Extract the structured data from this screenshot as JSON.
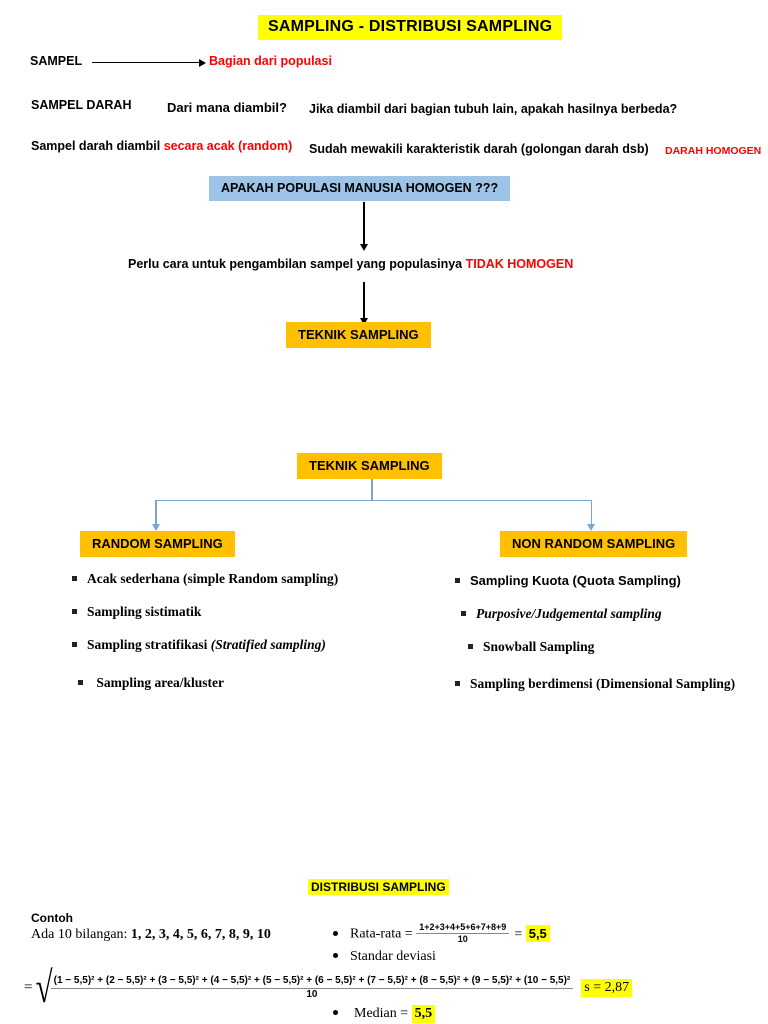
{
  "title": "SAMPLING - DISTRIBUSI SAMPLING",
  "row_sampel": {
    "label": "SAMPEL",
    "arrow_icon": "right-arrow-icon",
    "result": "Bagian dari populasi"
  },
  "row_sampel_darah": {
    "label": "SAMPEL DARAH",
    "q1": "Dari mana diambil?",
    "q2": "Jika diambil dari  bagian tubuh lain, apakah hasilnya berbeda?"
  },
  "row_random": {
    "text_before": "Sampel darah diambil ",
    "text_red": "secara acak (random)",
    "text_mid": "Sudah mewakili karakteristik darah (golongan darah dsb)",
    "text_right_red": "DARAH HOMOGEN"
  },
  "blue_box": "APAKAH POPULASI MANUSIA HOMOGEN ???",
  "perlu_cara": {
    "text_before": "Perlu cara untuk pengambilan sampel yang populasinya ",
    "text_red": "TIDAK HOMOGEN"
  },
  "teknik_sampling_box_1": "TEKNIK SAMPLING",
  "tree": {
    "root": "TEKNIK SAMPLING",
    "left_box": "RANDOM SAMPLING",
    "right_box": "NON RANDOM SAMPLING",
    "left_items": [
      "Acak sederhana (simple Random sampling)",
      "Sampling sistimatik",
      "Sampling stratifikasi ",
      " Sampling area/kluster"
    ],
    "left_item_3_italic": "(Stratified sampling)",
    "right_items": [
      "Sampling Kuota (Quota Sampling)",
      "Purposive/Judgemental sampling",
      "Snowball Sampling",
      "Sampling berdimensi (Dimensional Sampling)"
    ]
  },
  "distribusi": {
    "heading": "DISTRIBUSI SAMPLING",
    "contoh_label": "Contoh",
    "contoh_line": "Ada 10 bilangan: ",
    "contoh_numbers": "1, 2, 3, 4, 5, 6, 7, 8, 9, 10",
    "mean_label": "Rata-rata = ",
    "mean_numerator": "1+2+3+4+5+6+7+8+9",
    "mean_denominator": "10",
    "mean_equals": "= ",
    "mean_value": "5,5",
    "sd_label": "Standar deviasi",
    "sd_equals": "=",
    "sd_numerator": "(1 − 5,5)² + (2 − 5,5)² + (3 − 5,5)² + (4 − 5,5)² + (5 − 5,5)² + (6 − 5,5)² + (7 − 5,5)² + (8 − 5,5)² + (9 − 5,5)² + (10 − 5,5)²",
    "sd_denominator": "10",
    "sd_result": "s = 2,87",
    "median_label": "Median = ",
    "median_value": "5,5"
  },
  "colors": {
    "highlight_yellow": "#ffff00",
    "box_orange": "#ffc000",
    "box_blue": "#9dc3e6",
    "accent_red": "#ff0000",
    "connector_blue": "#7ba7cc"
  }
}
